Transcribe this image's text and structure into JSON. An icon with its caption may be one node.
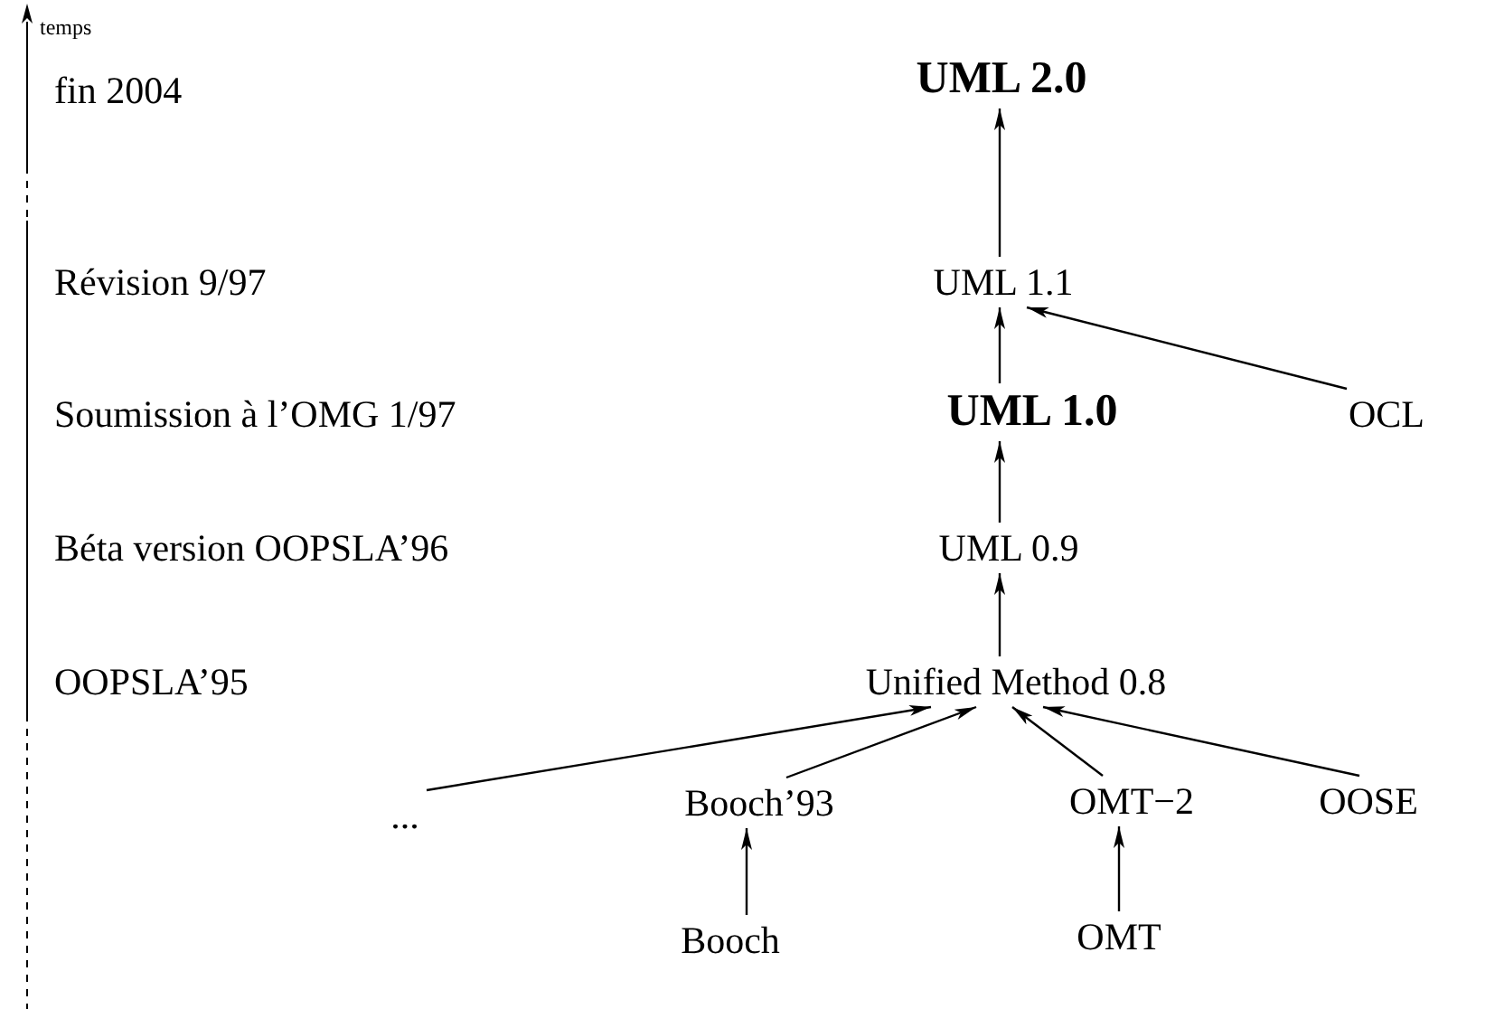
{
  "diagram": {
    "nodes": [
      {
        "text": [
          "UML 2.0"
        ]
      },
      {
        "text": [
          "UML 1.1"
        ]
      },
      {
        "text": [
          "UML 1.0"
        ]
      },
      {
        "text": [
          "OCL"
        ]
      },
      {
        "text": [
          "UML 0.9"
        ]
      },
      {
        "text": [
          "Unified Method 0.8"
        ]
      },
      {
        "text": [
          "..."
        ]
      },
      {
        "text": [
          "Booch’93"
        ]
      },
      {
        "text": [
          "OMT−2"
        ]
      },
      {
        "text": [
          "OOSE"
        ]
      },
      {
        "text": [
          "Booch"
        ]
      },
      {
        "text": [
          "OMT"
        ]
      }
    ],
    "edges": [
      {
        "from": 1,
        "to": 0,
        "arrow": "to"
      },
      {
        "from": 2,
        "to": 1,
        "arrow": "to"
      },
      {
        "from": 3,
        "to": 1,
        "arrow": "to"
      },
      {
        "from": 4,
        "to": 2,
        "arrow": "to"
      },
      {
        "from": 5,
        "to": 4,
        "arrow": "to"
      },
      {
        "from": 6,
        "to": 5,
        "arrow": "to"
      },
      {
        "from": 7,
        "to": 5,
        "arrow": "to"
      },
      {
        "from": 8,
        "to": 5,
        "arrow": "to"
      },
      {
        "from": 9,
        "to": 5,
        "arrow": "to"
      },
      {
        "from": 10,
        "to": 7,
        "arrow": "to"
      },
      {
        "from": 11,
        "to": 8,
        "arrow": "to"
      }
    ],
    "labels": [
      "temps",
      "fin 2004",
      "Révision 9/97",
      "Soumission à l’OMG 1/97",
      "Béta version OOPSLA’96",
      "OOPSLA’95"
    ]
  }
}
